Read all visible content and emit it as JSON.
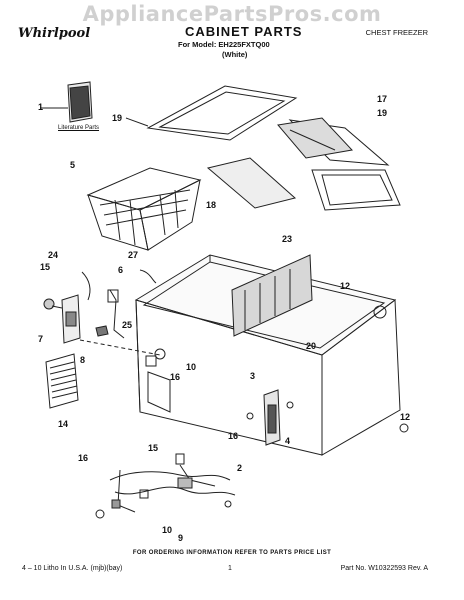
{
  "watermark": "AppliancePartsPros.com",
  "header": {
    "brand": "Whirlpool",
    "title": "CABINET PARTS",
    "model_line": "For Model: EH225FXTQ00",
    "color_line": "(White)",
    "category": "CHEST FREEZER"
  },
  "literature_label": "Literature Parts",
  "callouts": [
    "1",
    "19",
    "17",
    "19",
    "5",
    "18",
    "23",
    "24",
    "27",
    "15",
    "6",
    "12",
    "7",
    "25",
    "8",
    "20",
    "10",
    "16",
    "3",
    "14",
    "16",
    "4",
    "12",
    "2",
    "15",
    "16",
    "10",
    "9"
  ],
  "footer": {
    "order_info": "FOR ORDERING INFORMATION REFER TO PARTS PRICE LIST",
    "litho": "4 – 10 Litho In U.S.A. (mjb)(bay)",
    "page": "1",
    "part_no": "Part No. W10322593 Rev. A"
  }
}
